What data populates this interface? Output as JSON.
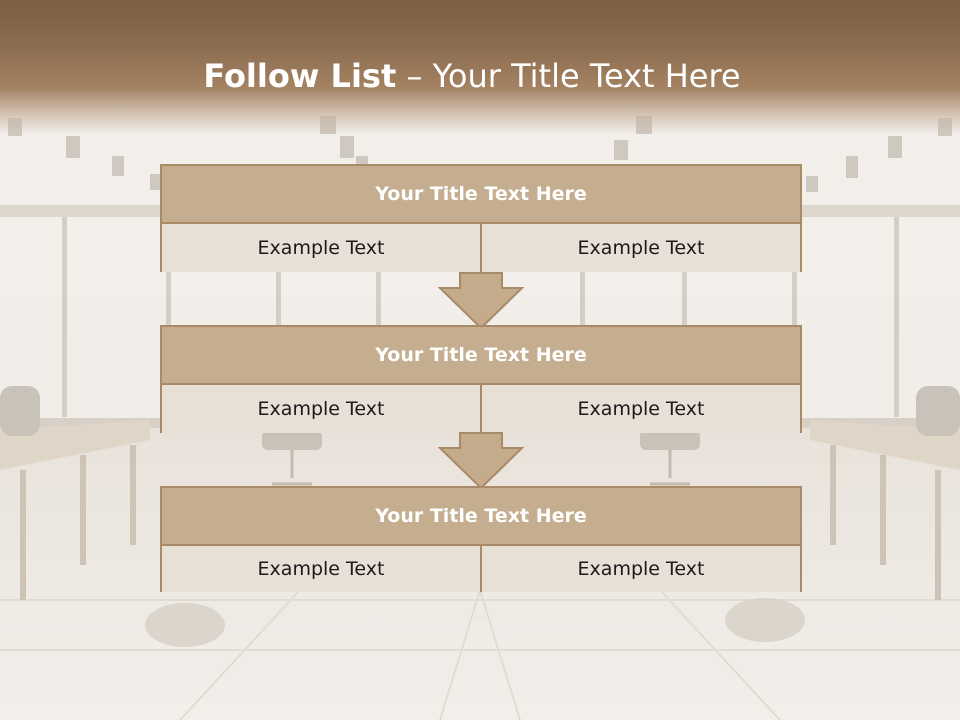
{
  "title": {
    "bold": "Follow List",
    "rest": " – Your Title Text Here"
  },
  "steps": [
    {
      "heading": "Your Title Text Here",
      "left": "Example Text",
      "right": "Example Text"
    },
    {
      "heading": "Your Title Text Here",
      "left": "Example Text",
      "right": "Example Text"
    },
    {
      "heading": "Your Title Text Here",
      "left": "Example Text",
      "right": "Example Text"
    }
  ],
  "colors": {
    "title_band": "#8c6d50",
    "box_header": "#c5ad8f",
    "box_border": "#a88a66",
    "cell_bg": "#e8e0d7",
    "arrow": "#c4ab8c"
  }
}
